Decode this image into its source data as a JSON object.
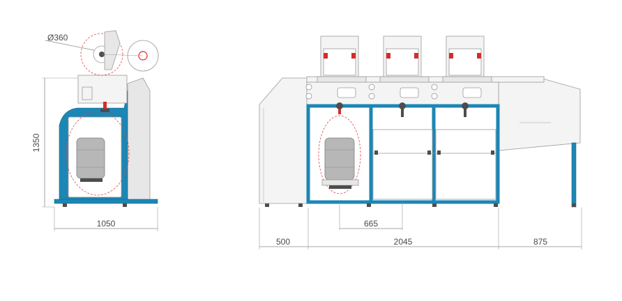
{
  "dimensions": {
    "diameter_label": "Ø360",
    "height_label": "1350",
    "side_width_label": "1050",
    "spindle_pitch_label": "665",
    "left_section_label": "500",
    "middle_section_label": "2045",
    "right_section_label": "875"
  },
  "colors": {
    "frame_blue": "#1c86b5",
    "body_grey": "#e7e7e7",
    "accent_red": "#d62b2b"
  }
}
